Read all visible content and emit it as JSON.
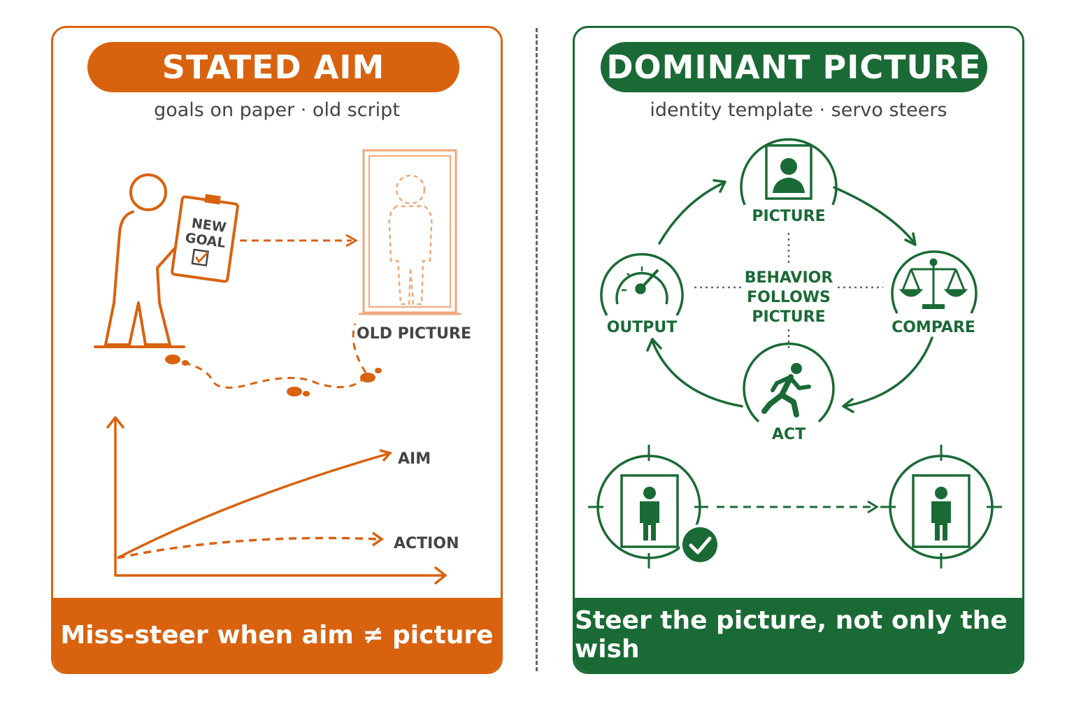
{
  "colors": {
    "orange": "#d9620f",
    "green": "#1a6a35",
    "text_gray": "#444444"
  },
  "left": {
    "title": "STATED AIM",
    "subtitle": "goals on paper · old script",
    "clipboard_line1": "NEW",
    "clipboard_line2": "GOAL",
    "mirror_label": "OLD PICTURE",
    "aim_label": "AIM",
    "action_label": "ACTION",
    "footer": "Miss-steer when aim ≠ picture",
    "icons": [
      "person-icon",
      "clipboard-icon",
      "checkbox-icon",
      "mirror-icon",
      "footprints-icon",
      "graph-axes"
    ]
  },
  "right": {
    "title": "DOMINANT PICTURE",
    "subtitle": "identity template · servo steers",
    "cycle": {
      "picture": "PICTURE",
      "compare": "COMPARE",
      "act": "ACT",
      "output": "OUTPUT",
      "center_line1": "BEHAVIOR",
      "center_line2": "FOLLOWS",
      "center_line3": "PICTURE"
    },
    "footer": "Steer the picture, not only the wish",
    "icons": [
      "portrait-icon",
      "scales-icon",
      "runner-icon",
      "gauge-icon",
      "target-icon",
      "checkmark-icon"
    ]
  }
}
